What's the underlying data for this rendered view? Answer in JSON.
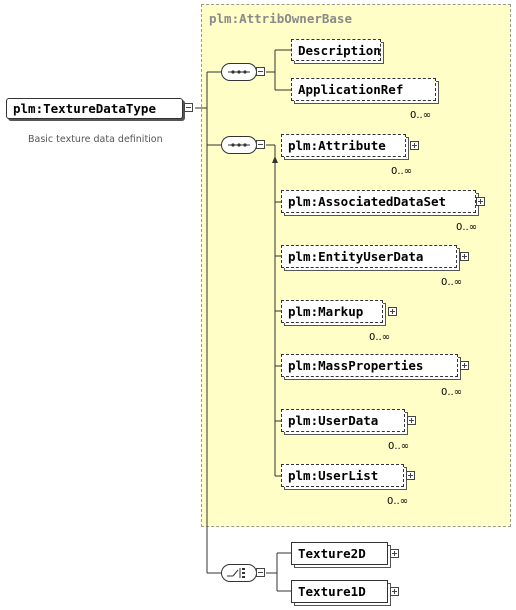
{
  "root": {
    "name": "plm:TextureDataType",
    "documentation": "Basic texture data definition"
  },
  "extension": {
    "base": "plm:AttribOwnerBase",
    "sequence1": [
      {
        "name": "Description",
        "cardinality": ""
      },
      {
        "name": "ApplicationRef",
        "cardinality": "0..∞"
      }
    ],
    "sequence2": [
      {
        "name": "plm:Attribute",
        "cardinality": "0..∞"
      },
      {
        "name": "plm:AssociatedDataSet",
        "cardinality": "0..∞"
      },
      {
        "name": "plm:EntityUserData",
        "cardinality": "0..∞"
      },
      {
        "name": "plm:Markup",
        "cardinality": "0..∞"
      },
      {
        "name": "plm:MassProperties",
        "cardinality": "0..∞"
      },
      {
        "name": "plm:UserData",
        "cardinality": "0..∞"
      },
      {
        "name": "plm:UserList",
        "cardinality": "0..∞"
      }
    ]
  },
  "choice": [
    {
      "name": "Texture2D"
    },
    {
      "name": "Texture1D"
    }
  ],
  "colors": {
    "extension_fill": "#fefec6",
    "line": "#333333",
    "base_label": "#8a8a8a"
  }
}
